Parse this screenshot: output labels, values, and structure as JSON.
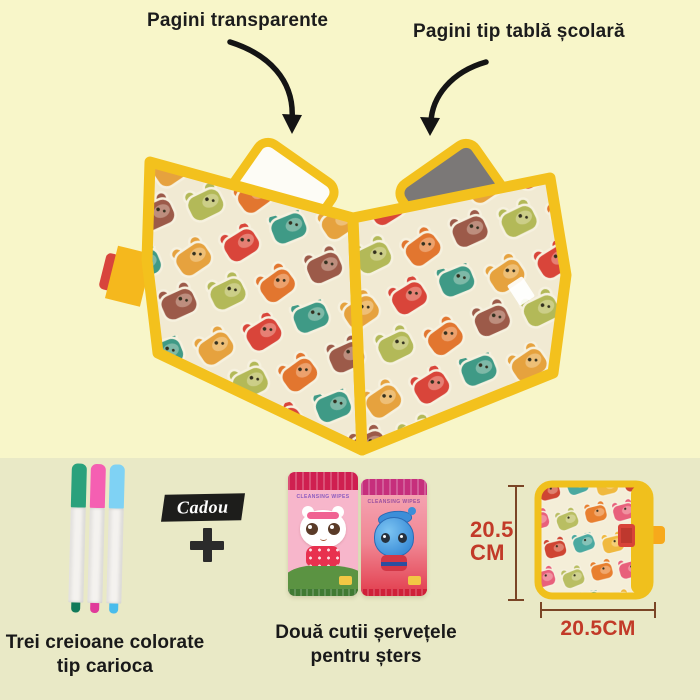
{
  "hero": {
    "label_left": "Pagini transparente",
    "label_right": "Pagini tip tablă școlară"
  },
  "gift": {
    "badge": "Cadou",
    "plus": "+",
    "markers_caption": [
      "Trei creioane colorate",
      "tip carioca"
    ],
    "wipes_caption": [
      "Două cutii șervețele",
      "pentru șters"
    ],
    "wipes_pack_text": "CLEANSING WIPES"
  },
  "dimensions": {
    "height_value": "20.5",
    "height_unit": "CM",
    "width_label": "20.5CM"
  },
  "colors": {
    "background_top": "#f8f6c9",
    "background_bottom": "#e9e9c6",
    "book_trim_yellow": "#f3c11d",
    "page_white": "#fdfcf6",
    "page_chalkboard_gray": "#7b7877",
    "measure_text_red": "#c23a28",
    "measure_line_brown": "#7a4526",
    "badge_black": "#1d1d1b",
    "marker_caps": [
      "#2aa17c",
      "#f55fb2",
      "#7fd2f4"
    ],
    "bear_palette": [
      "#d9453a",
      "#e2762f",
      "#3f9a86",
      "#b3b958",
      "#9c5a49",
      "#e6a23e",
      "#e0697f",
      "#9aa89c"
    ]
  }
}
